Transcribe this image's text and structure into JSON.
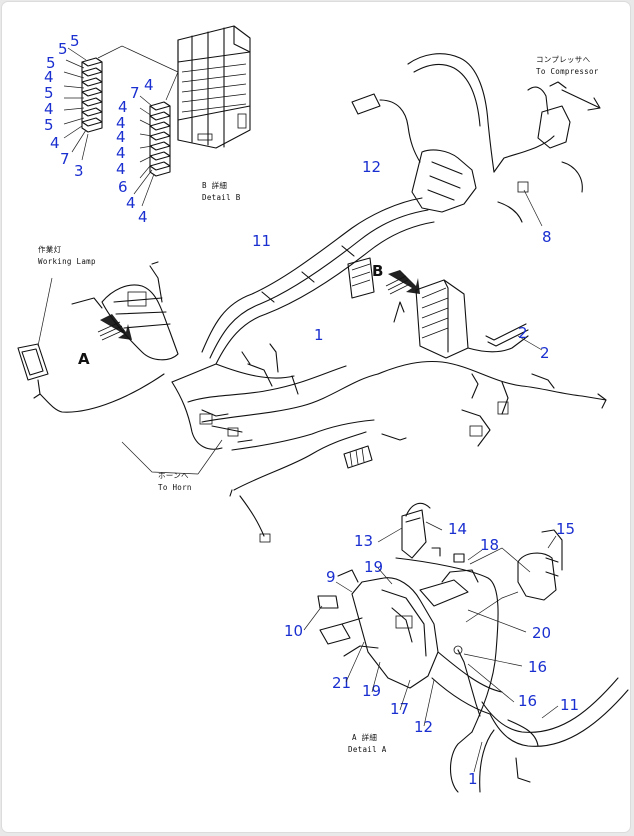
{
  "callouts": {
    "c5a": "5",
    "c5b": "5",
    "c5c": "5",
    "c4a": "4",
    "c5d": "5",
    "c4b": "4",
    "c5e": "5",
    "c4c": "4",
    "c7a": "7",
    "c3": "3",
    "c7b": "7",
    "c4d": "4",
    "c4e": "4",
    "c4f": "4",
    "c4g": "4",
    "c4h": "4",
    "c4i": "4",
    "c6": "6",
    "c4j": "4",
    "c4k": "4",
    "c12a": "12",
    "c8": "8",
    "c11a": "11",
    "c1a": "1",
    "c2a": "2",
    "c2b": "2",
    "c13": "13",
    "c14": "14",
    "c15": "15",
    "c18": "18",
    "c19a": "19",
    "c9": "9",
    "c10": "10",
    "c20": "20",
    "c16a": "16",
    "c21": "21",
    "c19b": "19",
    "c16b": "16",
    "c17": "17",
    "c12b": "12",
    "c11b": "11",
    "c1b": "1"
  },
  "views": {
    "view_a": "A",
    "view_b": "B"
  },
  "labels": {
    "detail_b_jp": "B 詳細",
    "detail_b_en": "Detail B",
    "working_lamp_jp": "作業灯",
    "working_lamp_en": "Working Lamp",
    "compressor_jp": "コンプレッサへ",
    "compressor_en": "To Compressor",
    "horn_jp": "ホーンへ",
    "horn_en": "To Horn",
    "detail_a_jp": "A 詳細",
    "detail_a_en": "Detail A"
  }
}
